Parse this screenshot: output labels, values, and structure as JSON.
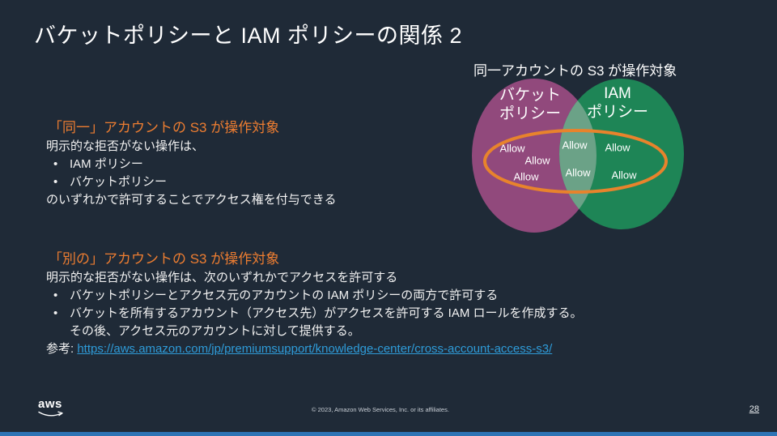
{
  "slide": {
    "title": "バケットポリシーと IAM ポリシーの関係 2",
    "page_number": "28",
    "copyright": "© 2023, Amazon Web Services, Inc. or its affiliates.",
    "logo_text": "aws"
  },
  "colors": {
    "background": "#1F2A37",
    "accent_orange": "#ED7D31",
    "link_blue": "#2E9BD8",
    "venn_purple": "#91497C",
    "venn_green": "#1E8556",
    "venn_overlap": "#6BA287",
    "venn_ellipse_stroke": "#E8832C",
    "bottom_bar_blue": "#2E74B5"
  },
  "venn": {
    "caption": "同一アカウントの S3 が操作対象",
    "left_label_line1": "バケット",
    "left_label_line2": "ポリシー",
    "right_label_line1": "IAM",
    "right_label_line2": "ポリシー",
    "allow_labels": [
      "Allow",
      "Allow",
      "Allow",
      "Allow",
      "Allow",
      "Allow",
      "Allow"
    ]
  },
  "section_same": {
    "heading": "「同一」アカウントの S3 が操作対象",
    "intro": "明示的な拒否がない操作は、",
    "bullets": [
      "IAM ポリシー",
      "バケットポリシー"
    ],
    "outro": "のいずれかで許可することでアクセス権を付与できる"
  },
  "section_other": {
    "heading": "「別の」アカウントの S3 が操作対象",
    "intro": "明示的な拒否がない操作は、次のいずれかでアクセスを許可する",
    "bullets": [
      "バケットポリシーとアクセス元のアカウントの IAM ポリシーの両方で許可する",
      "バケットを所有するアカウント（アクセス先）がアクセスを許可する IAM ロールを作成する。"
    ],
    "bullet2_continuation": "その後、アクセス元のアカウントに対して提供する。",
    "reference_label": "参考:",
    "reference_url": "https://aws.amazon.com/jp/premiumsupport/knowledge-center/cross-account-access-s3/"
  }
}
